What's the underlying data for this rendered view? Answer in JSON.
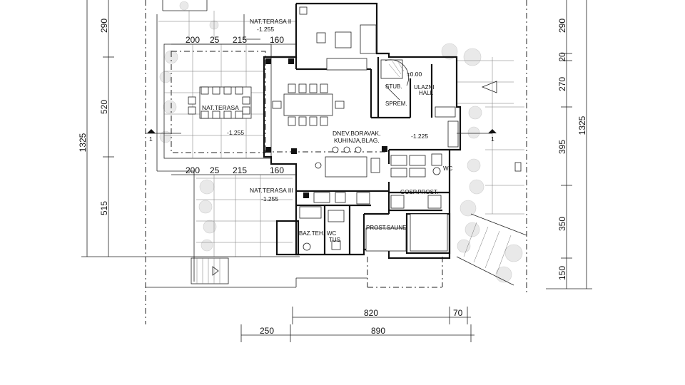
{
  "rooms": {
    "nat_terasa_ii": "NAT.TERASA  II",
    "nat_terasa": "NAT.TERASA",
    "nat_terasa_iii": "NAT.TERASA  III",
    "dnev_boravak_1": "DNEV.BORAVAK,",
    "dnev_boravak_2": "KUHINJA,BLAG.",
    "stub": "STUB.",
    "sprem": "SPREM.",
    "ulazni_1": "ULAZNI",
    "ulazni_2": "HALL",
    "wc_right": "WC",
    "gosp_prost": "GOSP.PROST.",
    "prost_saune": "PROST.SAUNE",
    "baz_teh": "BAZ.TEH.",
    "wc_tus_1": "WC",
    "wc_tus_2": "TUS"
  },
  "levels": {
    "terasa_ii": "-1.255",
    "terasa": "-1.255",
    "terasa_iii": "-1.255",
    "entry": "±0.00",
    "living": "-1.225"
  },
  "section_marks": {
    "left": "1",
    "right": "1"
  },
  "dimensions": {
    "left_outer": "1325",
    "left_top": "290",
    "left_mid": "520",
    "left_bottom": "515",
    "right_outer": "1325",
    "right_a": "290",
    "right_b": "20",
    "right_c": "270",
    "right_d": "395",
    "right_e": "350",
    "right_f": "150",
    "top_row": [
      "200",
      "25",
      "215",
      "160"
    ],
    "mid_row": [
      "200",
      "25",
      "215",
      "160"
    ],
    "bottom_a": "820",
    "bottom_b": "70",
    "bottom_c": "250",
    "bottom_d": "890"
  },
  "watermark": {
    "line1": "",
    "line2": ""
  },
  "colors": {
    "ink": "#111111",
    "tree": "#e9e9e9",
    "watermark": "#e3e3e3"
  }
}
